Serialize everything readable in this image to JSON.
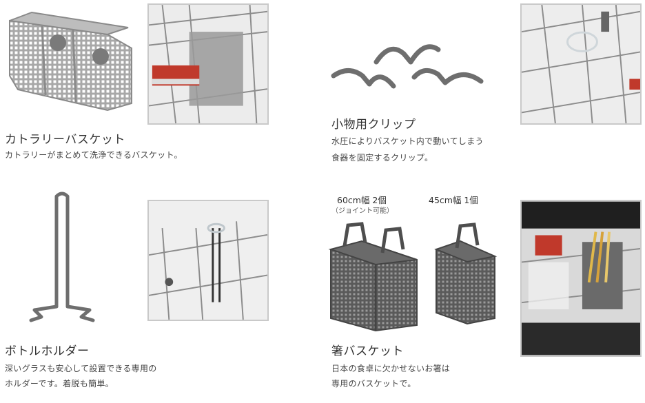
{
  "items": {
    "cutlery_basket": {
      "title": "カトラリーバスケット",
      "desc": [
        "カトラリーがまとめて洗浄できるバスケット。"
      ]
    },
    "small_clip": {
      "title": "小物用クリップ",
      "desc": [
        "水圧によりバスケット内で動いてしまう",
        "食器を固定するクリップ。"
      ]
    },
    "bottle_holder": {
      "title": "ボトルホルダー",
      "desc": [
        "深いグラスも安心して設置できる専用の",
        "ホルダーです。着脱も簡単。"
      ]
    },
    "chopstick_basket": {
      "title": "箸バスケット",
      "desc": [
        "日本の食卓に欠かせないお箸は",
        "専用のバスケットで。"
      ],
      "variant_60": {
        "label": "60cm幅 2個",
        "sub": "（ジョイント可能）"
      },
      "variant_45": {
        "label": "45cm幅 1個"
      }
    }
  },
  "colors": {
    "basket_gray": "#8a8a8a",
    "dark_gray": "#5a5a5a",
    "photo_border": "#c9c9c9"
  }
}
